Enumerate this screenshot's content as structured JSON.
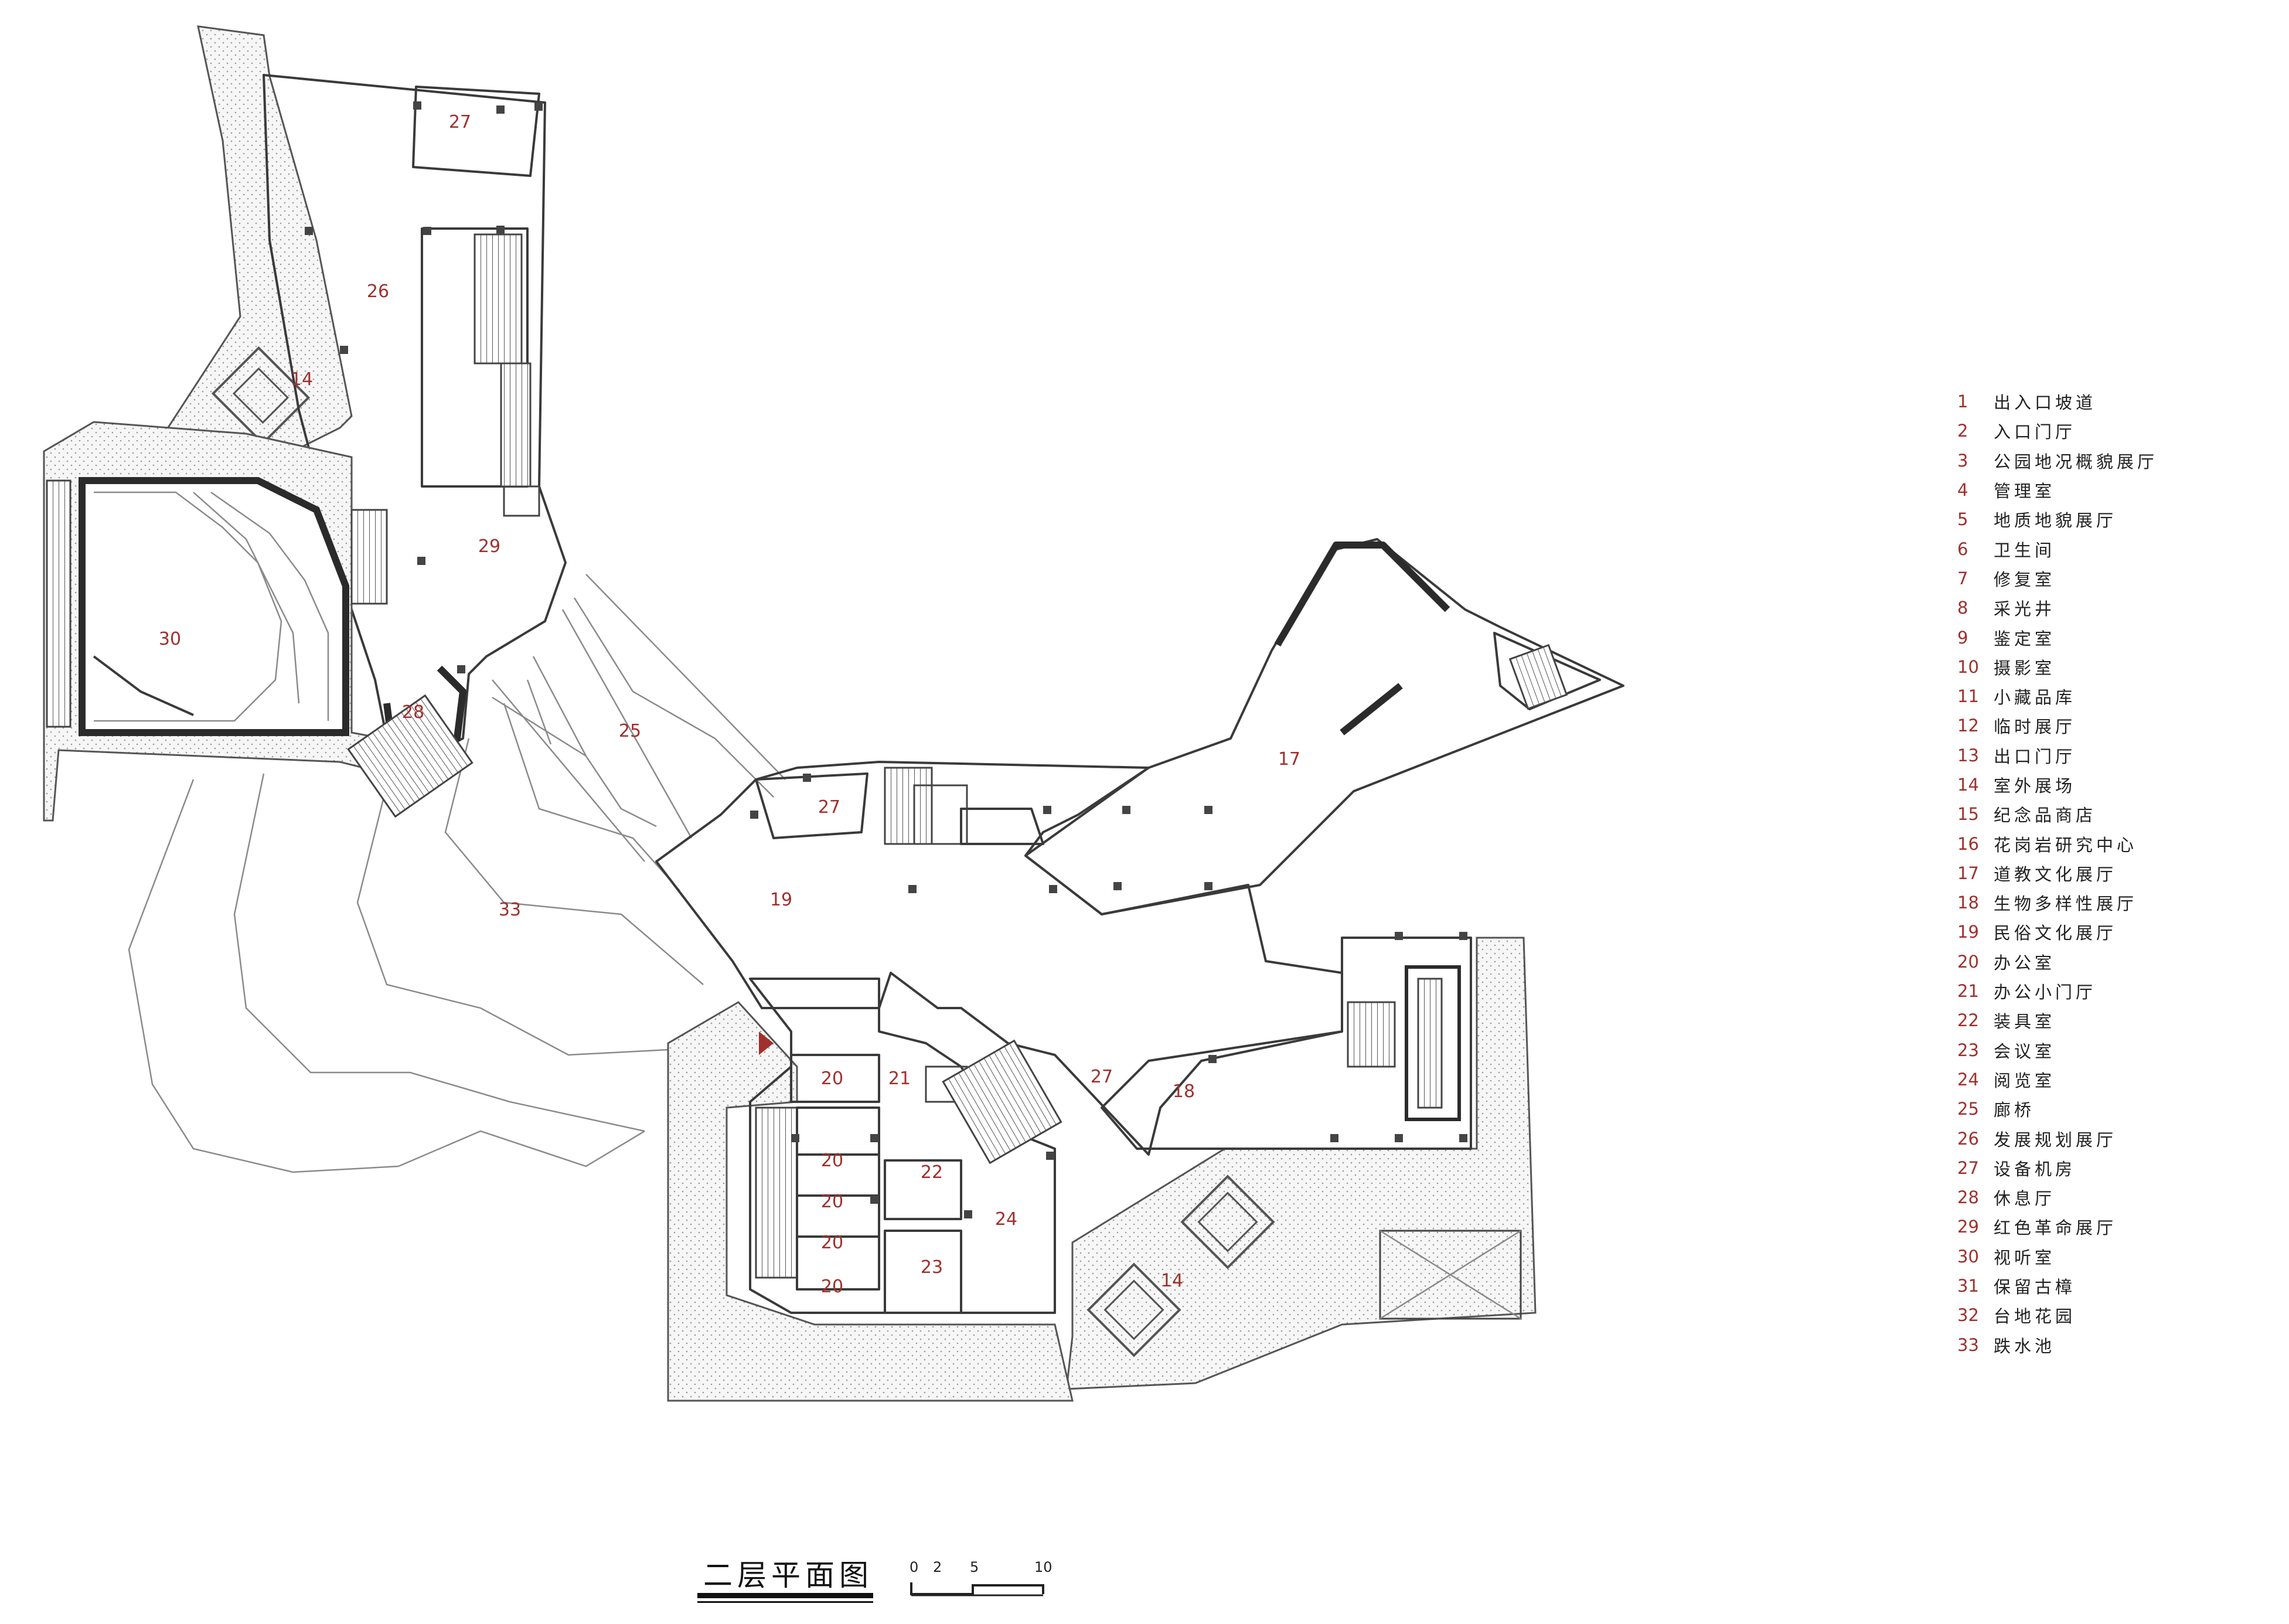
{
  "drawing": {
    "title": "二层平面图",
    "scale_labels": [
      "0",
      "2",
      "5",
      "10"
    ]
  },
  "rooms": [
    {
      "number": "27",
      "key": "r27a"
    },
    {
      "number": "26",
      "key": "r26"
    },
    {
      "number": "14",
      "key": "r14a"
    },
    {
      "number": "29",
      "key": "r29"
    },
    {
      "number": "30",
      "key": "r30"
    },
    {
      "number": "28",
      "key": "r28"
    },
    {
      "number": "25",
      "key": "r25"
    },
    {
      "number": "33",
      "key": "r33"
    },
    {
      "number": "27",
      "key": "r27b"
    },
    {
      "number": "19",
      "key": "r19"
    },
    {
      "number": "17",
      "key": "r17"
    },
    {
      "number": "27",
      "key": "r27c"
    },
    {
      "number": "18",
      "key": "r18"
    },
    {
      "number": "21",
      "key": "r21"
    },
    {
      "number": "20",
      "key": "r20a"
    },
    {
      "number": "20",
      "key": "r20b"
    },
    {
      "number": "20",
      "key": "r20c"
    },
    {
      "number": "20",
      "key": "r20d"
    },
    {
      "number": "20",
      "key": "r20e"
    },
    {
      "number": "22",
      "key": "r22"
    },
    {
      "number": "24",
      "key": "r24"
    },
    {
      "number": "23",
      "key": "r23"
    },
    {
      "number": "14",
      "key": "r14b"
    }
  ],
  "legend": [
    {
      "num": "1",
      "name": "出入口坡道"
    },
    {
      "num": "2",
      "name": "入口门厅"
    },
    {
      "num": "3",
      "name": "公园地况概貌展厅"
    },
    {
      "num": "4",
      "name": "管理室"
    },
    {
      "num": "5",
      "name": "地质地貌展厅"
    },
    {
      "num": "6",
      "name": "卫生间"
    },
    {
      "num": "7",
      "name": "修复室"
    },
    {
      "num": "8",
      "name": "采光井"
    },
    {
      "num": "9",
      "name": "鉴定室"
    },
    {
      "num": "10",
      "name": "摄影室"
    },
    {
      "num": "11",
      "name": "小藏品库"
    },
    {
      "num": "12",
      "name": "临时展厅"
    },
    {
      "num": "13",
      "name": "出口门厅"
    },
    {
      "num": "14",
      "name": "室外展场"
    },
    {
      "num": "15",
      "name": "纪念品商店"
    },
    {
      "num": "16",
      "name": "花岗岩研究中心"
    },
    {
      "num": "17",
      "name": "道教文化展厅"
    },
    {
      "num": "18",
      "name": "生物多样性展厅"
    },
    {
      "num": "19",
      "name": "民俗文化展厅"
    },
    {
      "num": "20",
      "name": "办公室"
    },
    {
      "num": "21",
      "name": "办公小门厅"
    },
    {
      "num": "22",
      "name": "装具室"
    },
    {
      "num": "23",
      "name": "会议室"
    },
    {
      "num": "24",
      "name": "阅览室"
    },
    {
      "num": "25",
      "name": "廊桥"
    },
    {
      "num": "26",
      "name": "发展规划展厅"
    },
    {
      "num": "27",
      "name": "设备机房"
    },
    {
      "num": "28",
      "name": "休息厅"
    },
    {
      "num": "29",
      "name": "红色革命展厅"
    },
    {
      "num": "30",
      "name": "视听室"
    },
    {
      "num": "31",
      "name": "保留古樟"
    },
    {
      "num": "32",
      "name": "台地花园"
    },
    {
      "num": "33",
      "name": "跌水池"
    }
  ]
}
